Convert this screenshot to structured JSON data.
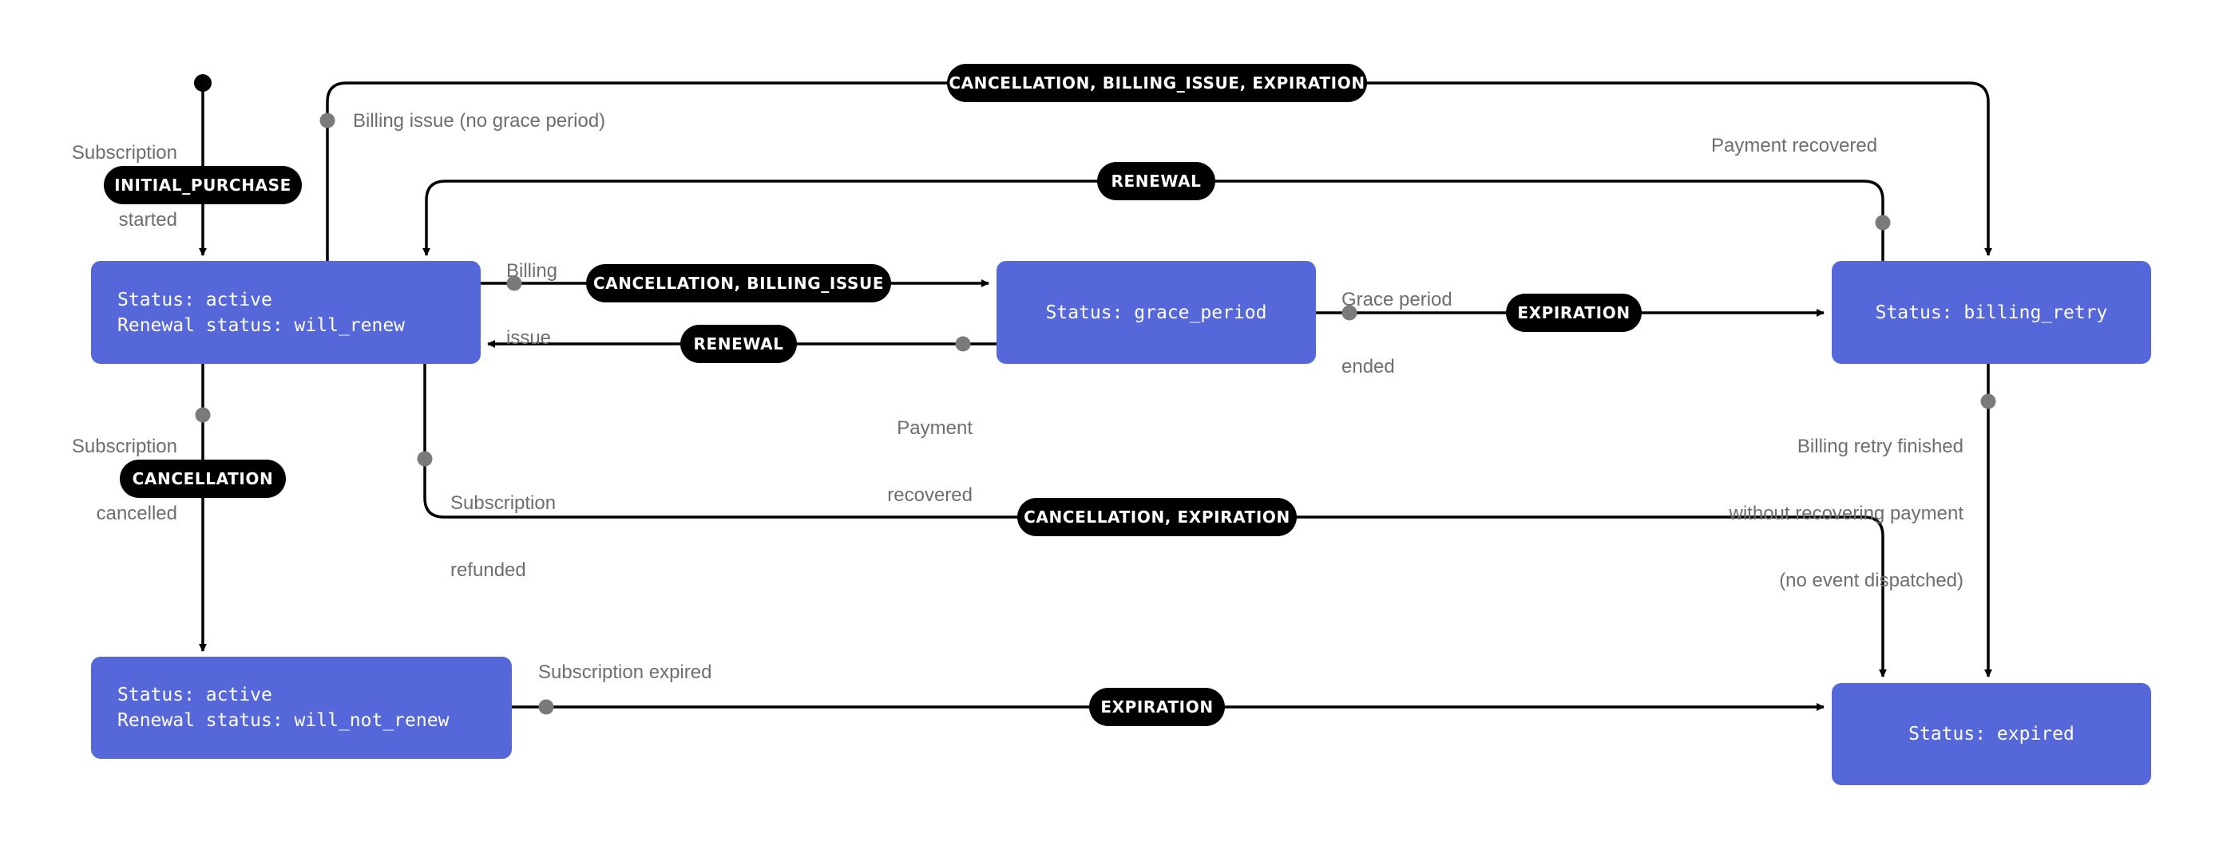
{
  "colors": {
    "node_fill": "#5668d9",
    "node_text": "#ffffff",
    "pill_fill": "#000000",
    "pill_text": "#ffffff",
    "edge": "#000000",
    "dot": "#7a7a7a",
    "note_text": "#6e6e6e"
  },
  "nodes": {
    "active_will_renew": {
      "line1": "Status: active",
      "line2": "Renewal status: will_renew"
    },
    "grace_period": {
      "line1": "Status: grace_period"
    },
    "billing_retry": {
      "line1": "Status: billing_retry"
    },
    "active_will_not_renew": {
      "line1": "Status: active",
      "line2": "Renewal status: will_not_renew"
    },
    "expired": {
      "line1": "Status: expired"
    }
  },
  "events": {
    "initial_purchase": "INITIAL_PURCHASE",
    "top_loop": "CANCELLATION, BILLING_ISSUE, EXPIRATION",
    "renewal_from_retry": "RENEWAL",
    "to_grace": "CANCELLATION, BILLING_ISSUE",
    "from_grace": "RENEWAL",
    "grace_to_retry": "EXPIRATION",
    "cancellation": "CANCELLATION",
    "refund": "CANCELLATION, EXPIRATION",
    "not_renew_expired": "EXPIRATION"
  },
  "notes": {
    "subscription_started": {
      "line1": "Subscription",
      "line2": "started"
    },
    "billing_issue_no_grace": "Billing issue (no grace period)",
    "payment_recovered_top": "Payment recovered",
    "billing_issue": {
      "line1": "Billing",
      "line2": "issue"
    },
    "grace_period_ended": {
      "line1": "Grace period",
      "line2": "ended"
    },
    "payment_recovered_mid": {
      "line1": "Payment",
      "line2": "recovered"
    },
    "subscription_cancelled": {
      "line1": "Subscription",
      "line2": "cancelled"
    },
    "subscription_refunded": {
      "line1": "Subscription",
      "line2": "refunded"
    },
    "retry_finished": {
      "line1": "Billing retry finished",
      "line2": "without recovering payment",
      "line3": "(no event dispatched)"
    },
    "subscription_expired": "Subscription expired"
  }
}
